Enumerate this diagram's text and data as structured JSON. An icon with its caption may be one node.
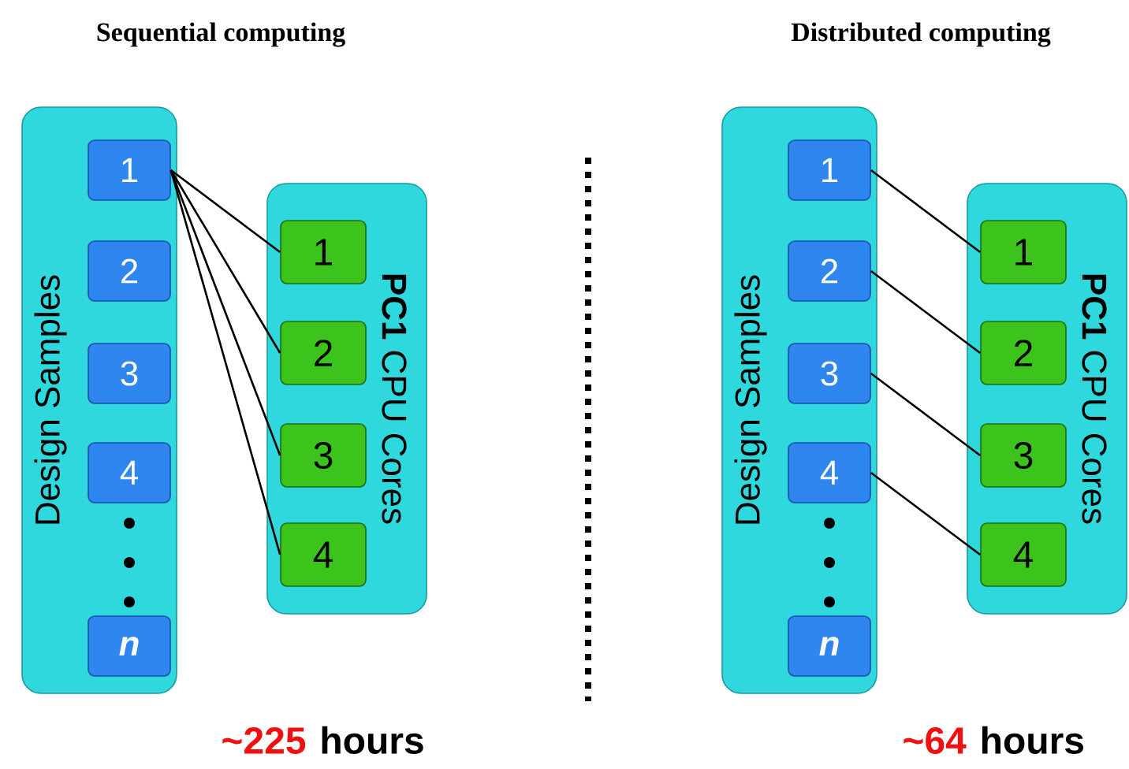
{
  "diagram": {
    "nodes": [
      {
        "text": [
          "Design Samples"
        ]
      },
      {
        "text": [
          "1"
        ],
        "in": 0
      },
      {
        "text": [
          "2"
        ],
        "in": 0
      },
      {
        "text": [
          "3"
        ],
        "in": 0
      },
      {
        "text": [
          "4"
        ],
        "in": 0
      },
      {
        "text": [
          "n"
        ],
        "in": 0
      },
      {
        "text": [
          "**PC1** CPU Cores"
        ]
      },
      {
        "text": [
          "1"
        ],
        "in": 6
      },
      {
        "text": [
          "2"
        ],
        "in": 6
      },
      {
        "text": [
          "3"
        ],
        "in": 6
      },
      {
        "text": [
          "4"
        ],
        "in": 6
      },
      {
        "text": [
          "Design Samples"
        ]
      },
      {
        "text": [
          "1"
        ],
        "in": 11
      },
      {
        "text": [
          "2"
        ],
        "in": 11
      },
      {
        "text": [
          "3"
        ],
        "in": 11
      },
      {
        "text": [
          "4"
        ],
        "in": 11
      },
      {
        "text": [
          "n"
        ],
        "in": 11
      },
      {
        "text": [
          "**PC1** CPU Cores"
        ]
      },
      {
        "text": [
          "1"
        ],
        "in": 17
      },
      {
        "text": [
          "2"
        ],
        "in": 17
      },
      {
        "text": [
          "3"
        ],
        "in": 17
      },
      {
        "text": [
          "4"
        ],
        "in": 17
      }
    ],
    "edges": [
      {
        "from": 1,
        "to": 7,
        "arrow": "none"
      },
      {
        "from": 1,
        "to": 8,
        "arrow": "none"
      },
      {
        "from": 1,
        "to": 9,
        "arrow": "none"
      },
      {
        "from": 1,
        "to": 10,
        "arrow": "none"
      },
      {
        "from": 12,
        "to": 18,
        "arrow": "none"
      },
      {
        "from": 13,
        "to": 19,
        "arrow": "none"
      },
      {
        "from": 14,
        "to": 20,
        "arrow": "none"
      },
      {
        "from": 15,
        "to": 21,
        "arrow": "none"
      }
    ],
    "labels": [
      "Sequential computing",
      "Distributed computing",
      "~225",
      "hours",
      "~64",
      "hours"
    ]
  }
}
